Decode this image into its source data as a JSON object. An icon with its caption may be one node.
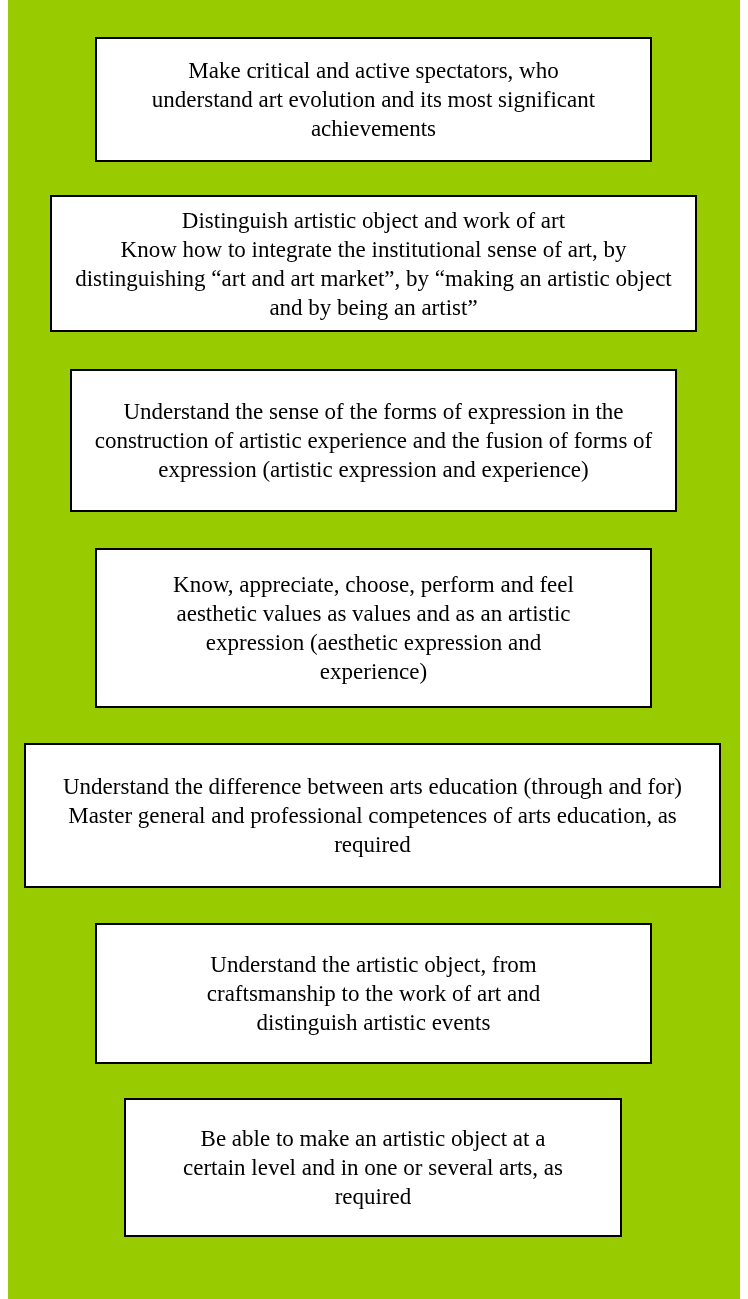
{
  "diagram": {
    "nodes": [
      {
        "text": [
          "Make critical and active spectators, who understand art evolution and its most significant achievements"
        ]
      },
      {
        "text": [
          "Distinguish artistic object and work of art",
          "Know how to integrate the institutional sense of art, by distinguishing “art and art market”, by “making an artistic object and by being an artist”"
        ]
      },
      {
        "text": [
          "Understand the sense of the forms of expression in the construction of artistic experience and the fusion of forms of expression (artistic expression and experience)"
        ]
      },
      {
        "text": [
          "Know, appreciate, choose, perform and feel aesthetic values as values and as an artistic expression (aesthetic expression and experience)"
        ]
      },
      {
        "text": [
          "Understand the difference between arts education (through and for)",
          "Master general and professional competences of arts education, as required"
        ]
      },
      {
        "text": [
          "Understand the artistic object, from craftsmanship to the work of art and distinguish artistic events"
        ]
      },
      {
        "text": [
          "Be able to make an artistic object at a certain level and in one or several arts, as required"
        ]
      }
    ]
  }
}
